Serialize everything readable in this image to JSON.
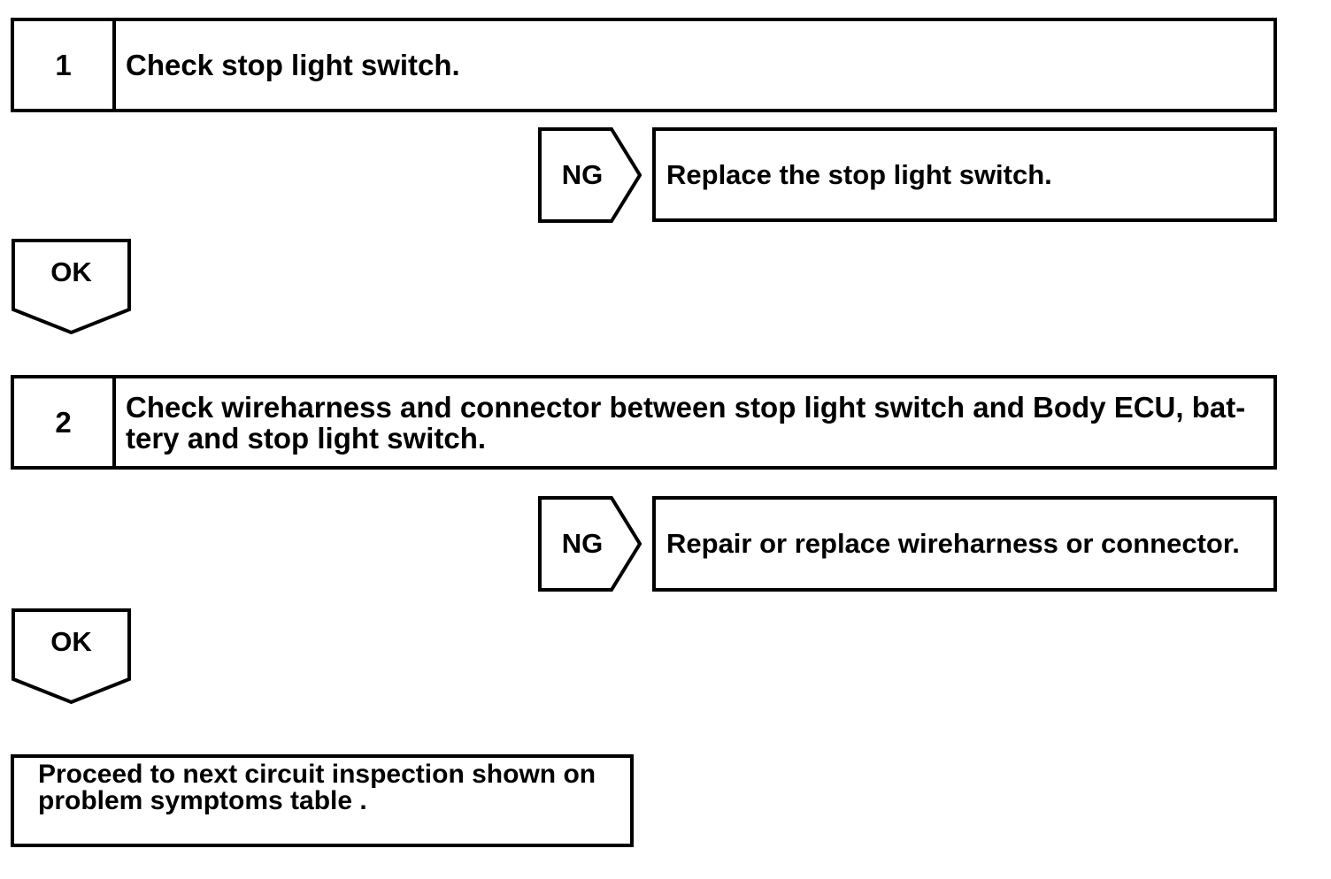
{
  "canvas": {
    "background": "#ffffff",
    "line_color": "#000000",
    "text_color": "#000000"
  },
  "flow": {
    "steps": [
      {
        "number": "1",
        "lines": [
          "Check stop light switch."
        ]
      },
      {
        "number": "2",
        "lines": [
          "Check wireharness and connector between stop light switch and Body ECU, bat-",
          "tery and stop light switch."
        ]
      }
    ],
    "branches": [
      {
        "label": "NG",
        "result": "Replace the stop light switch."
      },
      {
        "label": "NG",
        "result": "Repair or replace wireharness or connector."
      }
    ],
    "connectors": [
      {
        "label": "OK"
      },
      {
        "label": "OK"
      }
    ],
    "terminal": {
      "lines": [
        "Proceed to next circuit inspection shown on",
        "problem symptoms table ."
      ]
    }
  }
}
